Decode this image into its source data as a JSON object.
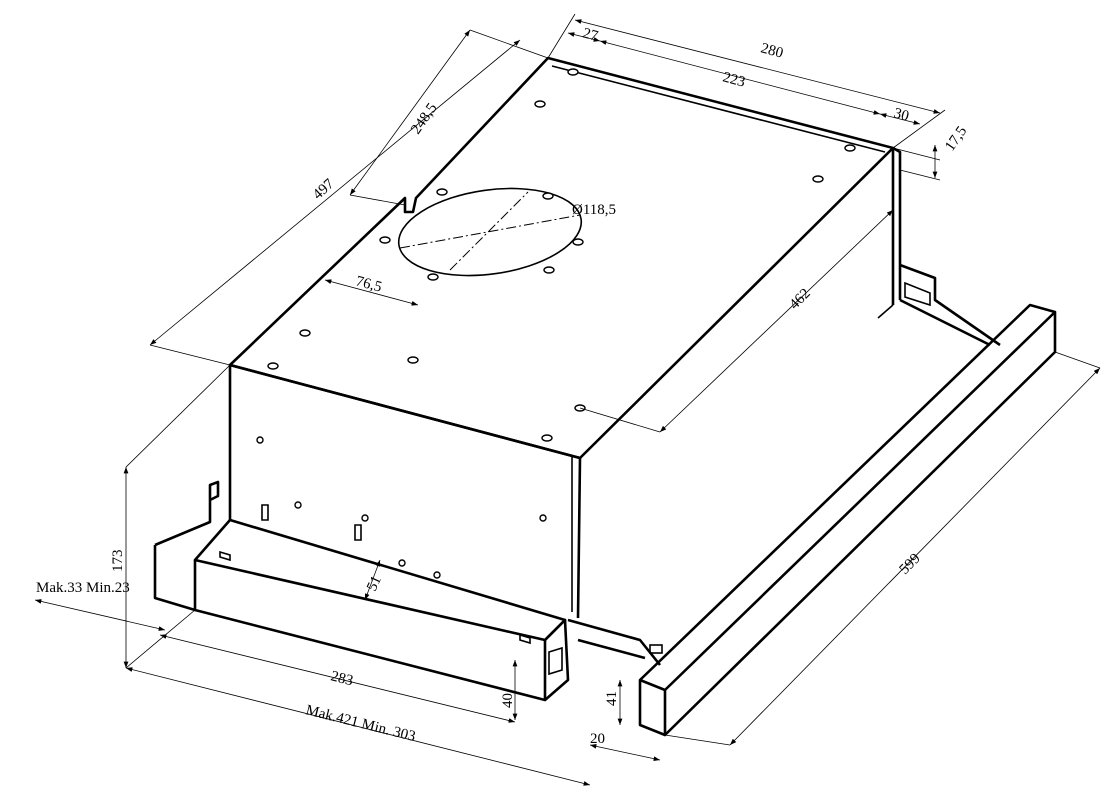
{
  "drawing": {
    "dimensions": {
      "d27": "27",
      "d280": "280",
      "d223": "223",
      "d30": "30",
      "d17_5": "17,5",
      "d248_5": "248,5",
      "d497": "497",
      "diameter": "Ø118,5",
      "d76_5": "76,5",
      "d462": "462",
      "d173": "173",
      "mak33": "Mak.33 Min.23",
      "d51": "51",
      "d283": "283",
      "d40": "40",
      "mak421": "Mak.421 Min. 303",
      "d599": "599",
      "d41": "41",
      "d20": "20"
    }
  }
}
